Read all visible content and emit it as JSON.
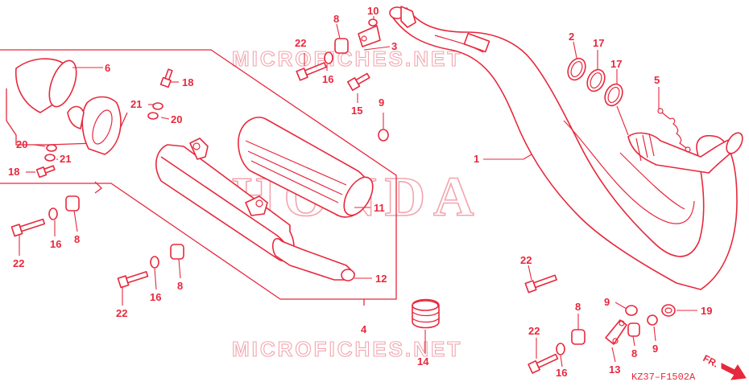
{
  "watermarks": {
    "site_top": "MICROFICHES.NET",
    "brand_center": "HONDA",
    "site_bottom": "MICROFICHES.NET"
  },
  "diagram": {
    "code": "KZ37–F1502A",
    "direction": "FR.",
    "callouts": [
      {
        "id": "1",
        "label": "1"
      },
      {
        "id": "2",
        "label": "2"
      },
      {
        "id": "3",
        "label": "3"
      },
      {
        "id": "4",
        "label": "4"
      },
      {
        "id": "5",
        "label": "5"
      },
      {
        "id": "6",
        "label": "6"
      },
      {
        "id": "8a",
        "label": "8"
      },
      {
        "id": "8b",
        "label": "8"
      },
      {
        "id": "8c",
        "label": "8"
      },
      {
        "id": "8d",
        "label": "8"
      },
      {
        "id": "8e",
        "label": "8"
      },
      {
        "id": "9a",
        "label": "9"
      },
      {
        "id": "9b",
        "label": "9"
      },
      {
        "id": "9c",
        "label": "9"
      },
      {
        "id": "10",
        "label": "10"
      },
      {
        "id": "11",
        "label": "11"
      },
      {
        "id": "12",
        "label": "12"
      },
      {
        "id": "13",
        "label": "13"
      },
      {
        "id": "14",
        "label": "14"
      },
      {
        "id": "15",
        "label": "15"
      },
      {
        "id": "16a",
        "label": "16"
      },
      {
        "id": "16b",
        "label": "16"
      },
      {
        "id": "16c",
        "label": "16"
      },
      {
        "id": "16d",
        "label": "16"
      },
      {
        "id": "17a",
        "label": "17"
      },
      {
        "id": "17b",
        "label": "17"
      },
      {
        "id": "18a",
        "label": "18"
      },
      {
        "id": "18b",
        "label": "18"
      },
      {
        "id": "19",
        "label": "19"
      },
      {
        "id": "20a",
        "label": "20"
      },
      {
        "id": "20b",
        "label": "20"
      },
      {
        "id": "21a",
        "label": "21"
      },
      {
        "id": "21b",
        "label": "21"
      },
      {
        "id": "22a",
        "label": "22"
      },
      {
        "id": "22b",
        "label": "22"
      },
      {
        "id": "22c",
        "label": "22"
      },
      {
        "id": "22d",
        "label": "22"
      },
      {
        "id": "22e",
        "label": "22"
      }
    ]
  },
  "colors": {
    "line": "#e8283c",
    "watermark": "#f2a5ae",
    "background": "#ffffff"
  }
}
